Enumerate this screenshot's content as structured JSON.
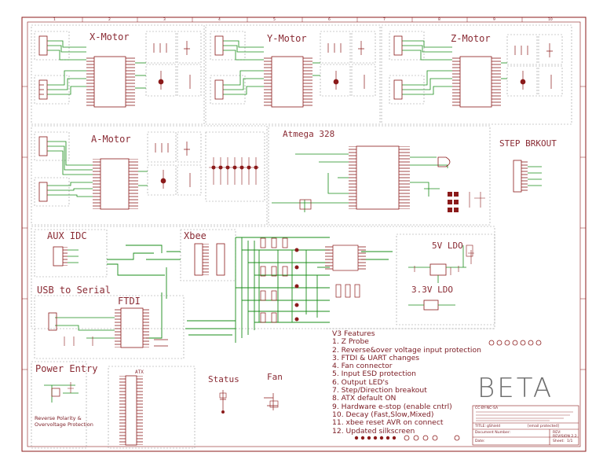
{
  "sections": {
    "x_motor": "X-Motor",
    "y_motor": "Y-Motor",
    "z_motor": "Z-Motor",
    "a_motor": "A-Motor",
    "atmega": "Atmega 328",
    "step_brkout": "STEP BRKOUT",
    "aux_idc": "AUX IDC",
    "xbee": "Xbee",
    "usb_serial": "USB to Serial",
    "ftdi": "FTDI",
    "ldo_5v": "5V LDO",
    "ldo_33v": "3.3V LDO",
    "power_entry": "Power Entry",
    "atx": "ATX",
    "status": "Status",
    "fan": "Fan",
    "reverse_polarity": [
      "Reverse Polarity &",
      "Overvoltage Protection"
    ]
  },
  "features": {
    "title": "V3 Features",
    "items": [
      "1. Z Probe",
      "2. Reverse&over voltage input protection",
      "3. FTDI & UART changes",
      "4. Fan connector",
      "5. Input ESD protection",
      "6. Output LED's",
      "7. Step/Direction breakout",
      "8. ATX default ON",
      "9. Hardware e-stop (enable cntrl)",
      "10. Decay (Fast,Slow,Mixed)",
      "11. xbee reset AVR on connect",
      "12. Updated silkscreen"
    ]
  },
  "watermark": "BETA",
  "title_block": {
    "license": "CC-BY-NC-SA",
    "title_label": "TITLE:",
    "title_value": "gShield",
    "email": "[email protected]",
    "doc_label": "Document Number:",
    "rev_label": "REV:",
    "rev_value": "REVISION 2.2",
    "date_label": "Date:",
    "sheet_label": "Sheet:",
    "sheet_value": "1/1"
  },
  "grid_columns": [
    "1",
    "2",
    "3",
    "4",
    "5",
    "6",
    "7",
    "8",
    "9",
    "10"
  ],
  "colors": {
    "wire": "#1a8c1a",
    "part": "#8b1a1a",
    "frame": "#8b1a1a",
    "dashed": "#9a9a9a",
    "text": "#7a1a22"
  }
}
